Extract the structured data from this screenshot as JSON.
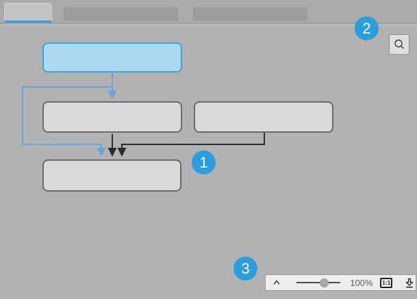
{
  "app": {
    "background_color": "#B2B2B2",
    "tabbar_background_color": "#AAAAAA"
  },
  "tab_bar": {
    "active_underline_color": "#2E9FE6",
    "tabs": [
      {
        "id": "tab-1",
        "state": "active",
        "label": ""
      },
      {
        "id": "tab-2",
        "state": "placeholder",
        "label": ""
      },
      {
        "id": "tab-3",
        "state": "placeholder",
        "label": ""
      }
    ]
  },
  "diagram": {
    "nodes": [
      {
        "id": "node-top",
        "state": "selected",
        "fill": "#ABD9F2",
        "border": "#44A1DB",
        "label": ""
      },
      {
        "id": "node-left",
        "state": "default",
        "fill": "#D9D9D9",
        "border": "#696969",
        "label": ""
      },
      {
        "id": "node-right",
        "state": "default",
        "fill": "#D9D9D9",
        "border": "#696969",
        "label": ""
      },
      {
        "id": "node-bottom",
        "state": "default",
        "fill": "#D9D9D9",
        "border": "#696969",
        "label": ""
      }
    ],
    "connectors": [
      {
        "from": "node-top",
        "to": "node-left",
        "color": "#66A5E3",
        "style": "arrow"
      },
      {
        "from": "node-top",
        "to": "node-bottom",
        "color": "#66A5E3",
        "style": "arrow"
      },
      {
        "from": "node-left",
        "to": "node-bottom",
        "color": "#2B2B2B",
        "style": "arrow"
      },
      {
        "from": "node-right",
        "to": "node-bottom",
        "color": "#2B2B2B",
        "style": "arrow"
      }
    ]
  },
  "annotations": {
    "badge_color": "#2B9EDE",
    "badges": [
      {
        "value": "1"
      },
      {
        "value": "2"
      },
      {
        "value": "3"
      }
    ]
  },
  "search": {
    "icon": "magnifier-icon"
  },
  "zoom_toolbar": {
    "collapse_icon": "chevron-up-icon",
    "zoom_label": "100%",
    "slider_value_percent": 100,
    "actual_size_label": "1:1",
    "download_icon": "download-icon"
  }
}
